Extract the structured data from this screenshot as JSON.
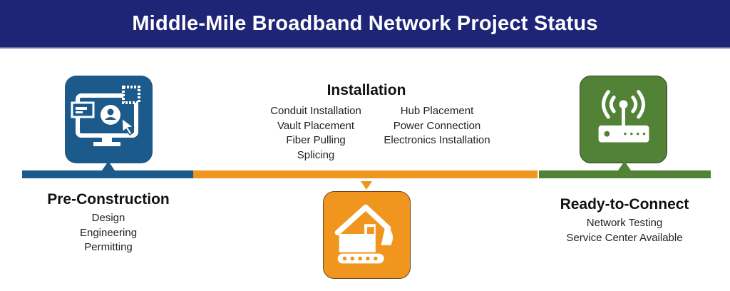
{
  "header": {
    "title": "Middle-Mile Broadband Network Project Status"
  },
  "colors": {
    "header_bg": "#1f2576",
    "pre_construction": "#1b5a8a",
    "installation": "#f0961e",
    "ready_to_connect": "#528236"
  },
  "stages": {
    "pre_construction": {
      "title": "Pre-Construction",
      "icon": "computer-user-icon",
      "items": [
        "Design",
        "Engineering",
        "Permitting"
      ]
    },
    "installation": {
      "title": "Installation",
      "icon": "excavator-icon",
      "items_left": [
        "Conduit Installation",
        "Vault Placement",
        "Fiber Pulling",
        "Splicing"
      ],
      "items_right": [
        "Hub Placement",
        "Power Connection",
        "Electronics Installation"
      ]
    },
    "ready_to_connect": {
      "title": "Ready-to-Connect",
      "icon": "wireless-router-icon",
      "items": [
        "Network Testing",
        "Service Center Available"
      ]
    }
  }
}
